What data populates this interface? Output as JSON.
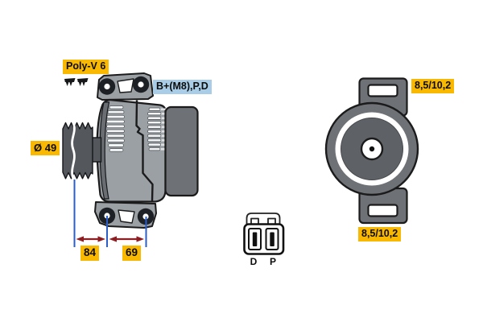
{
  "colors": {
    "background": "#FFFFFF",
    "label_yellow": "#F9B801",
    "label_blue": "#A9CDE6",
    "dim_line_blue": "#2B5EC8",
    "dim_arrow_red": "#8E1D22",
    "body_gray": "#9BA0A5",
    "dark_gray": "#6E7176",
    "darker_gray": "#6A6E73",
    "pulley_gray": "#54575C",
    "inner_circle_gray": "#5E6166",
    "outline": "#1B1B1B"
  },
  "side_view": {
    "belt_type_label": "Poly-V 6",
    "terminals_label": "B+(M8),P,D",
    "pulley_diameter_label": "Ø 49",
    "dim_pulley_to_mount": "84",
    "dim_mount_spacing": "69"
  },
  "rear_view": {
    "mount_hole_top": "8,5/10,2",
    "mount_hole_bottom": "8,5/10,2"
  },
  "connector": {
    "pin_d": "D",
    "pin_p": "P"
  }
}
